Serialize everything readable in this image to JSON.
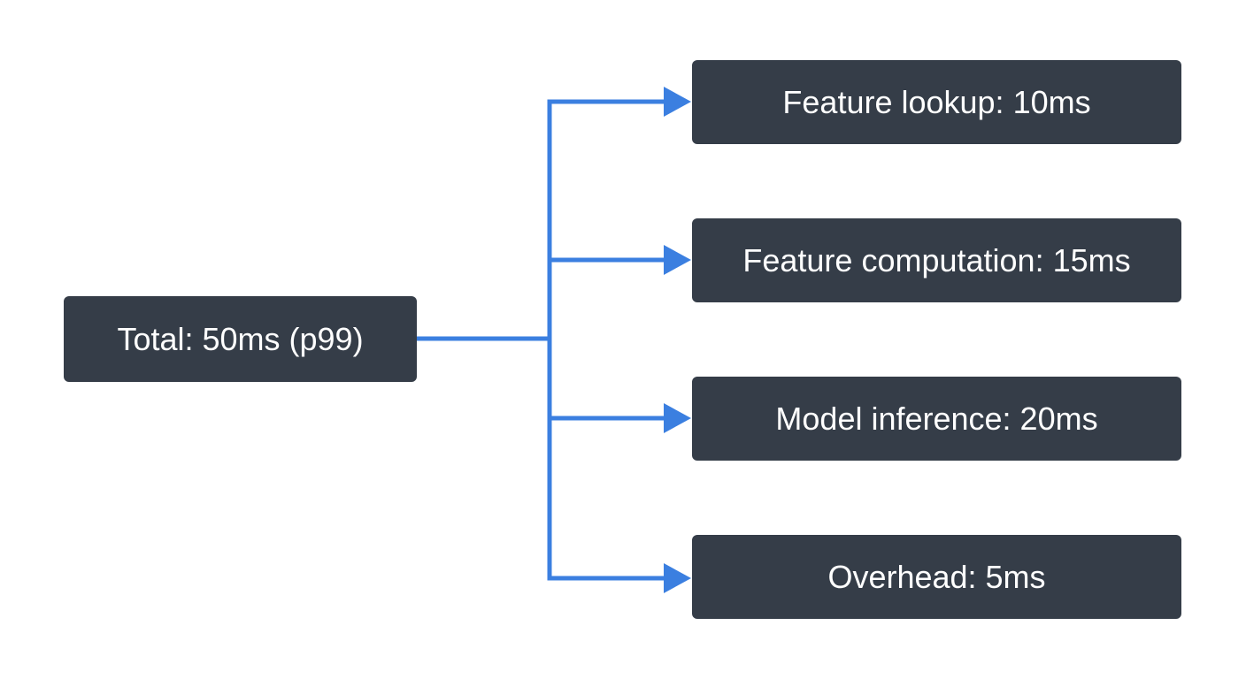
{
  "colors": {
    "box_fill": "#353d48",
    "box_text": "#ffffff",
    "connector": "#3b7fe0",
    "background": "#ffffff"
  },
  "source": {
    "label": "Total: 50ms (p99)"
  },
  "targets": [
    {
      "label": "Feature lookup: 10ms"
    },
    {
      "label": "Feature computation: 15ms"
    },
    {
      "label": "Model inference: 20ms"
    },
    {
      "label": "Overhead: 5ms"
    }
  ]
}
